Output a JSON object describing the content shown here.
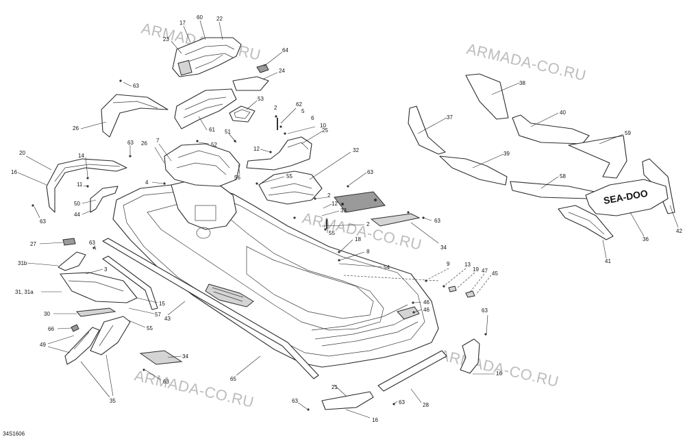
{
  "watermark": "ARMADA-CO.RU",
  "reference_code": "34S1606",
  "decal_logo": "SEA-DOO",
  "callouts": [
    {
      "id": "c17",
      "label": "17"
    },
    {
      "id": "c60",
      "label": "60"
    },
    {
      "id": "c22",
      "label": "22"
    },
    {
      "id": "c23",
      "label": "23"
    },
    {
      "id": "c64",
      "label": "64"
    },
    {
      "id": "c24",
      "label": "24"
    },
    {
      "id": "c63a",
      "label": "63"
    },
    {
      "id": "c53",
      "label": "53"
    },
    {
      "id": "c26a",
      "label": "26"
    },
    {
      "id": "c61",
      "label": "61"
    },
    {
      "id": "c2a",
      "label": "2"
    },
    {
      "id": "c62",
      "label": "62"
    },
    {
      "id": "c5",
      "label": "5"
    },
    {
      "id": "c6",
      "label": "6"
    },
    {
      "id": "c10",
      "label": "10"
    },
    {
      "id": "c25",
      "label": "25"
    },
    {
      "id": "c51",
      "label": "51"
    },
    {
      "id": "c52",
      "label": "52"
    },
    {
      "id": "c63b",
      "label": "63"
    },
    {
      "id": "c26b",
      "label": "26"
    },
    {
      "id": "c7",
      "label": "7"
    },
    {
      "id": "c12a",
      "label": "12"
    },
    {
      "id": "c32",
      "label": "32"
    },
    {
      "id": "c20",
      "label": "20"
    },
    {
      "id": "c16a",
      "label": "16"
    },
    {
      "id": "c14",
      "label": "14"
    },
    {
      "id": "c11",
      "label": "11"
    },
    {
      "id": "c4",
      "label": "4"
    },
    {
      "id": "c56",
      "label": "56"
    },
    {
      "id": "c55a",
      "label": "55"
    },
    {
      "id": "c63c",
      "label": "63"
    },
    {
      "id": "c2b",
      "label": "2"
    },
    {
      "id": "c12b",
      "label": "12"
    },
    {
      "id": "c33",
      "label": "33"
    },
    {
      "id": "c2c",
      "label": "2"
    },
    {
      "id": "c50",
      "label": "50"
    },
    {
      "id": "c44",
      "label": "44"
    },
    {
      "id": "c63d",
      "label": "63"
    },
    {
      "id": "c63e",
      "label": "63"
    },
    {
      "id": "c55b",
      "label": "55"
    },
    {
      "id": "c18",
      "label": "18"
    },
    {
      "id": "c8",
      "label": "8"
    },
    {
      "id": "c34a",
      "label": "34"
    },
    {
      "id": "c27",
      "label": "27"
    },
    {
      "id": "c63f",
      "label": "63"
    },
    {
      "id": "c31b",
      "label": "31b"
    },
    {
      "id": "c3",
      "label": "3"
    },
    {
      "id": "c54",
      "label": "54"
    },
    {
      "id": "c9",
      "label": "9"
    },
    {
      "id": "c13",
      "label": "13"
    },
    {
      "id": "c19",
      "label": "19"
    },
    {
      "id": "c47",
      "label": "47"
    },
    {
      "id": "c45",
      "label": "45"
    },
    {
      "id": "c31",
      "label": "31, 31a"
    },
    {
      "id": "c15",
      "label": "15"
    },
    {
      "id": "c46a",
      "label": "46"
    },
    {
      "id": "c46b",
      "label": "46"
    },
    {
      "id": "c30",
      "label": "30"
    },
    {
      "id": "c57",
      "label": "57"
    },
    {
      "id": "c43",
      "label": "43"
    },
    {
      "id": "c66",
      "label": "66"
    },
    {
      "id": "c55c",
      "label": "55"
    },
    {
      "id": "c63g",
      "label": "63"
    },
    {
      "id": "c49",
      "label": "49"
    },
    {
      "id": "c34b",
      "label": "34"
    },
    {
      "id": "c63h",
      "label": "63"
    },
    {
      "id": "c65",
      "label": "65"
    },
    {
      "id": "c16b",
      "label": "16"
    },
    {
      "id": "c35",
      "label": "35"
    },
    {
      "id": "c21",
      "label": "21"
    },
    {
      "id": "c63i",
      "label": "63"
    },
    {
      "id": "c63j",
      "label": "63"
    },
    {
      "id": "c28",
      "label": "28"
    },
    {
      "id": "c16c",
      "label": "16"
    },
    {
      "id": "c38",
      "label": "38"
    },
    {
      "id": "c37",
      "label": "37"
    },
    {
      "id": "c40",
      "label": "40"
    },
    {
      "id": "c59",
      "label": "59"
    },
    {
      "id": "c39",
      "label": "39"
    },
    {
      "id": "c58",
      "label": "58"
    },
    {
      "id": "c42",
      "label": "42"
    },
    {
      "id": "c36",
      "label": "36"
    },
    {
      "id": "c41",
      "label": "41"
    }
  ]
}
